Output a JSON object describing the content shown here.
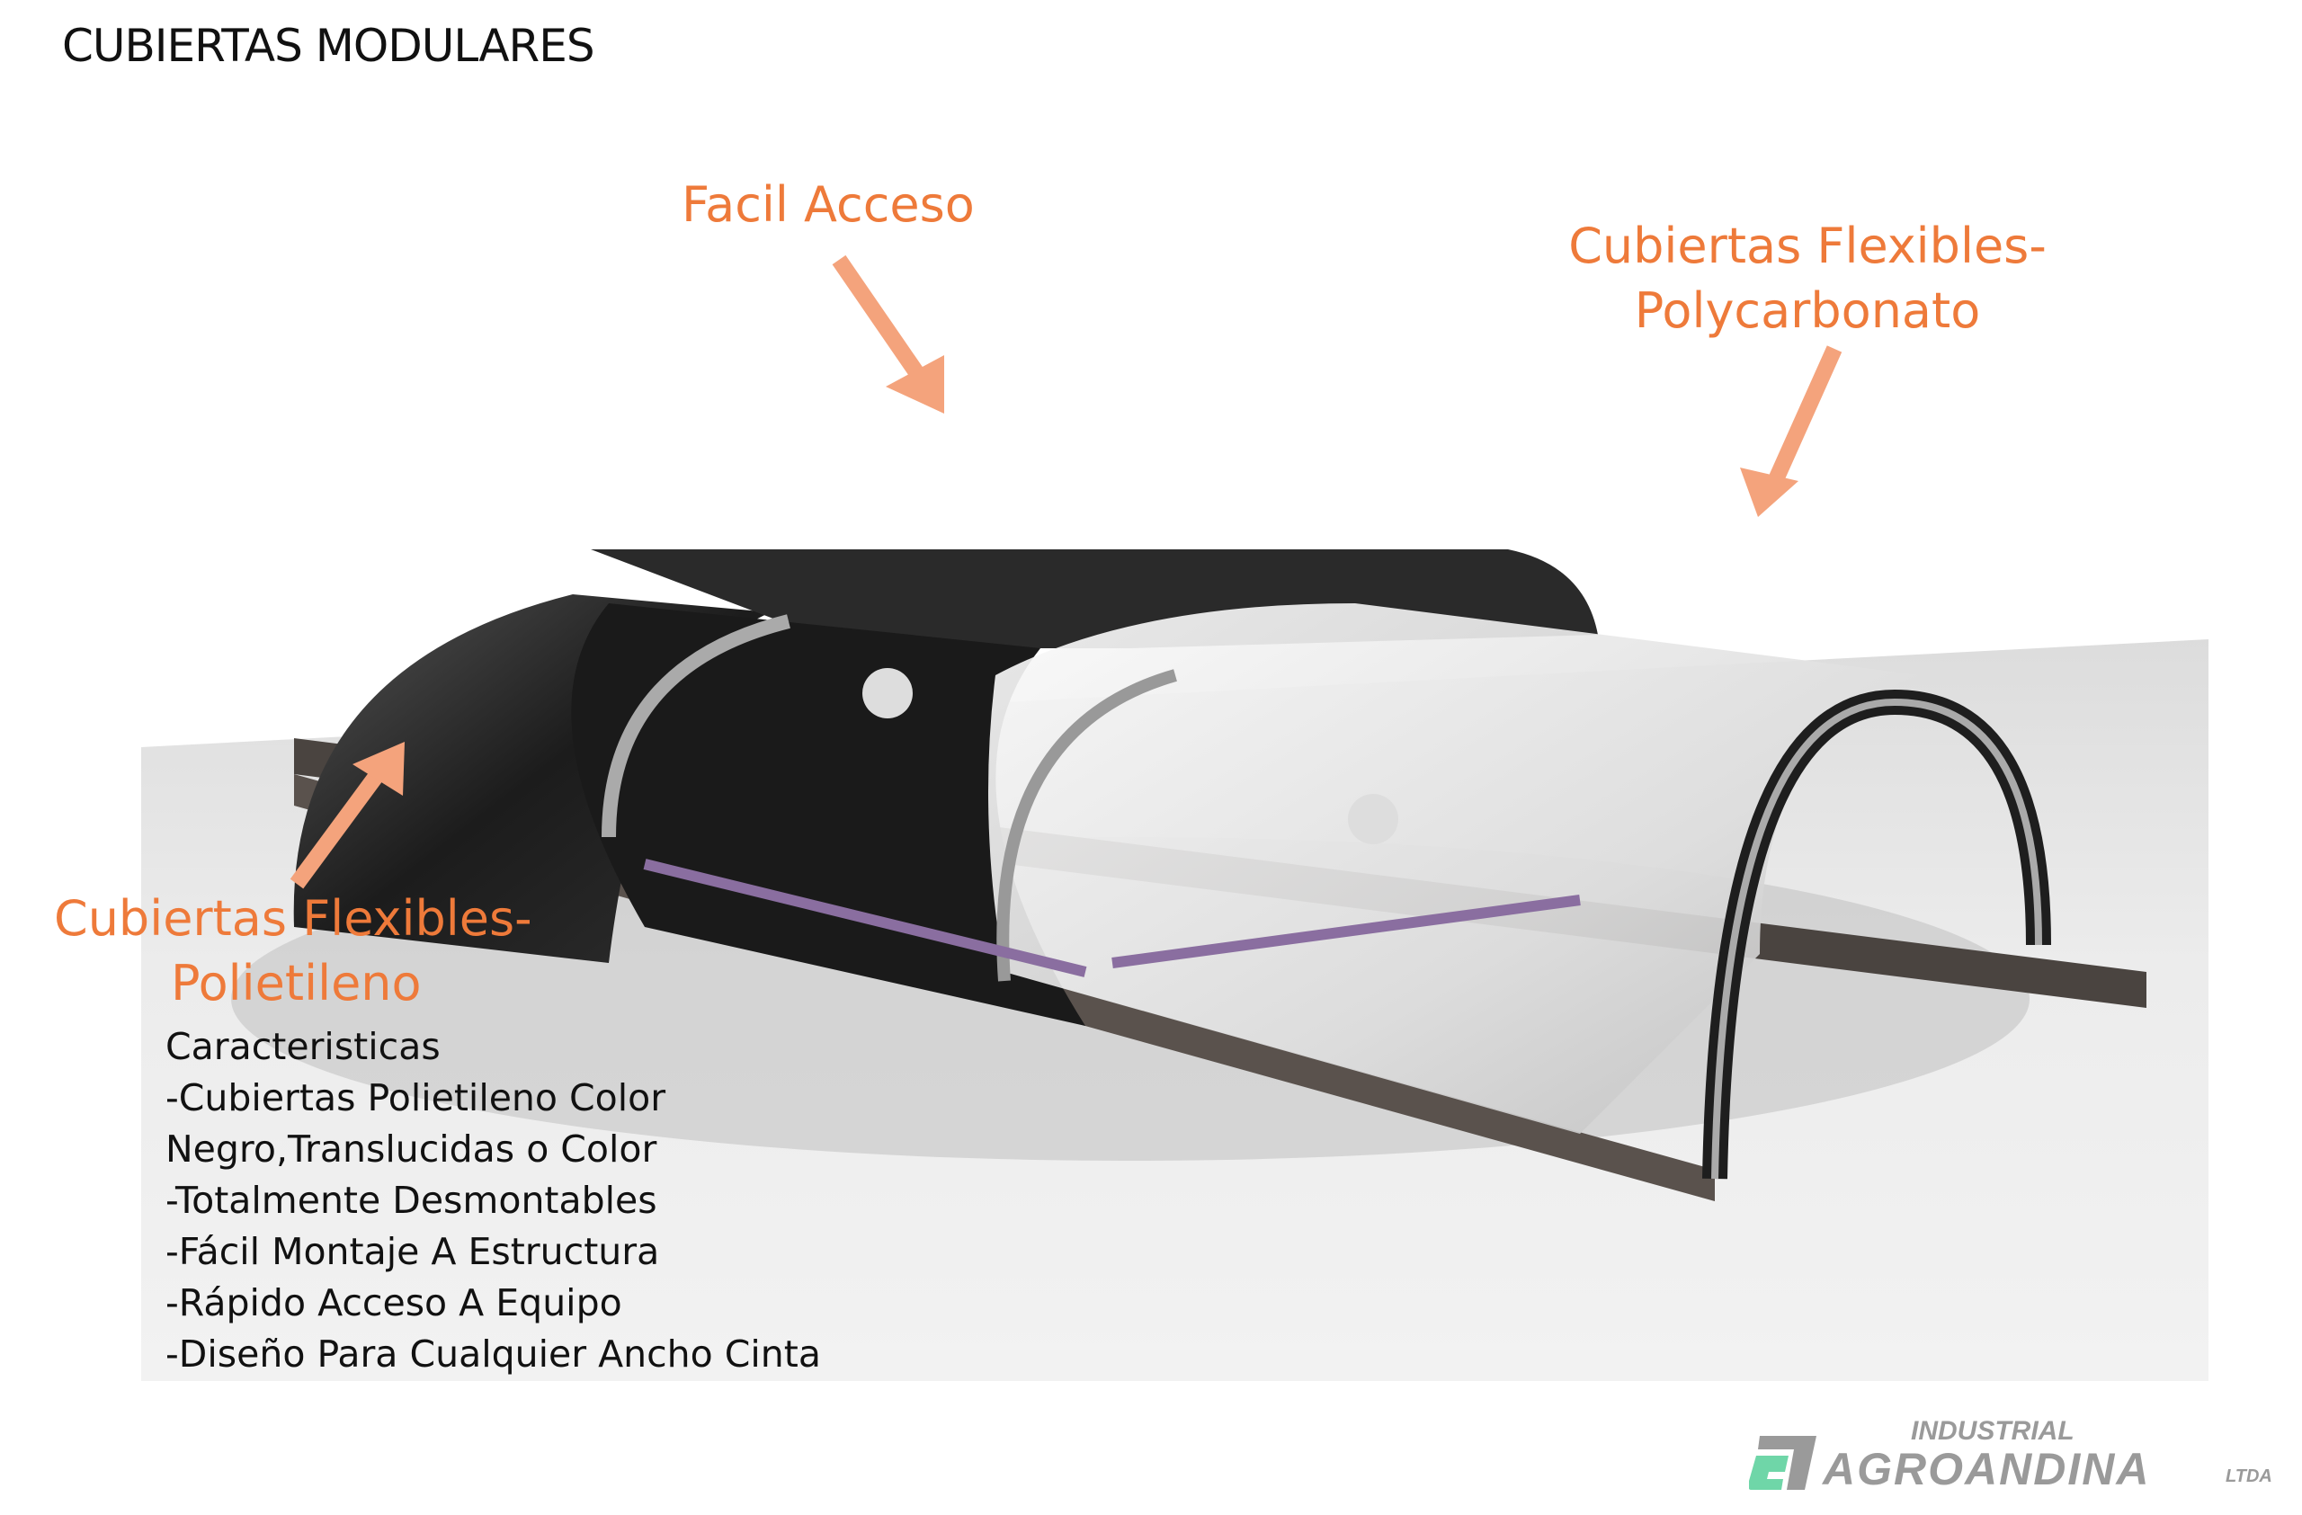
{
  "title": "CUBIERTAS MODULARES",
  "callouts": {
    "facil_acceso": "Facil Acceso",
    "polycarbonato_line1": "Cubiertas Flexibles-",
    "polycarbonato_line2": "Polycarbonato",
    "polietileno_line1": "Cubiertas Flexibles-",
    "polietileno_line2": "Polietileno"
  },
  "features": {
    "heading": "Caracteristicas",
    "items": [
      "-Cubiertas Polietileno Color",
      "Negro,Translucidas o Color",
      "-Totalmente Desmontables",
      "-Fácil Montaje A Estructura",
      "-Rápido Acceso A Equipo",
      "-Diseño Para Cualquier Ancho Cinta"
    ]
  },
  "logo": {
    "line1": "INDUSTRIAL",
    "line2": "AGROANDINA",
    "suffix": "LTDA"
  },
  "colors": {
    "accent": "#ee7a3a",
    "arrow": "#f4a37c",
    "logo_green": "#6fd6a8",
    "logo_gray": "#9a9a9a"
  }
}
